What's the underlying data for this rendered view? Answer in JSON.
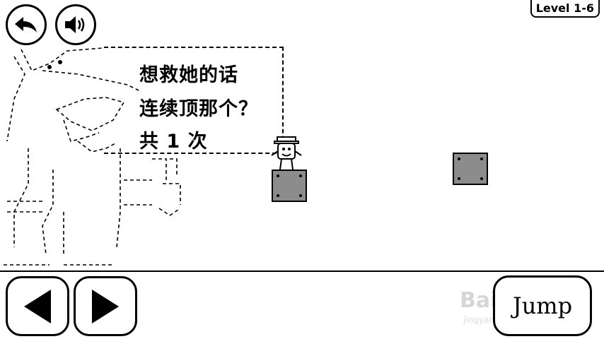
{
  "hud": {
    "level_label": "Level 1-6",
    "back_icon": "back-arrow-icon",
    "sound_icon": "speaker-icon"
  },
  "dialog": {
    "line1": "想救她的话",
    "line2": "连续顶那个？",
    "line3": "共 1 次"
  },
  "controls": {
    "left_icon": "triangle-left-icon",
    "right_icon": "triangle-right-icon",
    "jump_label": "Jump"
  },
  "watermark": {
    "main": "Bai经验",
    "sub": "jingyan.baidu.com"
  },
  "colors": {
    "block_fill": "#8c8c8c",
    "line": "#000000",
    "background": "#ffffff"
  }
}
